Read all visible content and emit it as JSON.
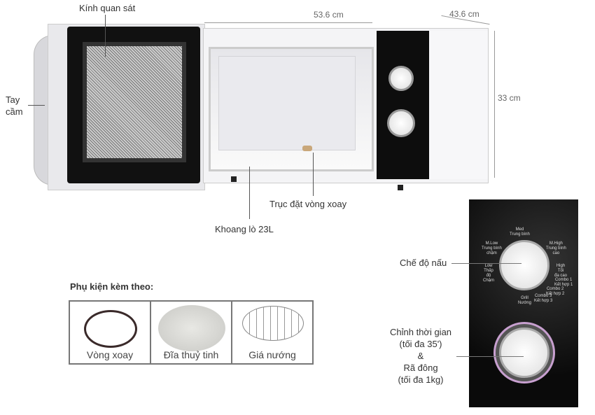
{
  "labels": {
    "glass": "Kính quan sát",
    "handle": "Tay\ncầm",
    "width": "53.6 cm",
    "depth": "43.6 cm",
    "height": "33 cm",
    "turntable_axis": "Trục đặt vòng xoay",
    "cavity": "Khoang lò 23L",
    "cook_mode": "Chế độ nấu",
    "timer": "Chỉnh thời gian\n(tối đa 35')\n&\nRã đông\n(tối đa 1kg)"
  },
  "panel_labels": [
    "Med\nTrung bình",
    "M.Low\nTrung bình\nchậm",
    "M.High\nTrung bình\ncao",
    "Low\nThấp\nđộ\nChậm",
    "High\nTối\nđa cao",
    "Combo 1\nKết hợp 1",
    "Combo 2\nKết hợp 2",
    "Combo 3\nKết hợp 3",
    "Grill\nNướng"
  ],
  "accessories": {
    "title": "Phụ kiện kèm theo:",
    "items": [
      {
        "label": "Vòng xoay"
      },
      {
        "label": "Đĩa thuỷ tinh"
      },
      {
        "label": "Giá nướng"
      }
    ]
  }
}
